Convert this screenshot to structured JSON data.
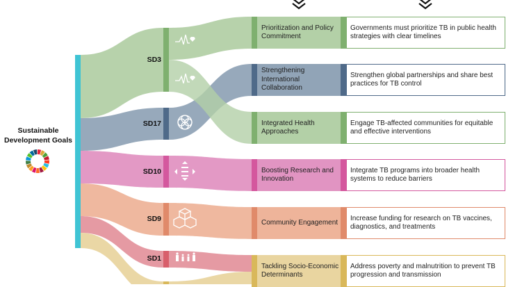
{
  "title": "Sustainable Development Goals",
  "colors": {
    "cyan": "#3fc4d4",
    "green": "#b3d0a7",
    "green_node": "#7fb06f",
    "blue": "#91a4b7",
    "blue_node": "#4f6a89",
    "pink": "#e194c2",
    "pink_node": "#d4589e",
    "orange": "#eeb49a",
    "orange_node": "#e08a6a",
    "red": "#e4959e",
    "red_node": "#d85f6b",
    "yellow": "#e9d5a0",
    "yellow_node": "#d9b85a"
  },
  "goals": [
    {
      "label": "SD3",
      "icon": "health-heartbeat-icon"
    },
    {
      "label": "SD17",
      "icon": "partnership-rings-icon"
    },
    {
      "label": "SD10",
      "icon": "reduced-inequality-arrows-icon"
    },
    {
      "label": "SD9",
      "icon": "industry-cubes-icon"
    },
    {
      "label": "SD1",
      "icon": "no-poverty-family-icon"
    }
  ],
  "rows": [
    {
      "strategy": "Prioritization and Policy Commitment",
      "action": "Governments must prioritize TB in public health strategies with clear timelines"
    },
    {
      "strategy": "Strengthening International Collaboration",
      "action": "Strengthen global partnerships and share best practices for TB control"
    },
    {
      "strategy": "Integrated Health Approaches",
      "action": "Engage TB-affected communities for equitable and effective interventions"
    },
    {
      "strategy": "Boosting Research and Innovation",
      "action": "Integrate TB programs into broader health systems to reduce barriers"
    },
    {
      "strategy": "Community Engagement",
      "action": "Increase funding for research on TB vaccines, diagnostics, and treatments"
    },
    {
      "strategy": "Tackling Socio-Economic Determinants",
      "action": "Address poverty and malnutrition to prevent TB progression and transmission"
    }
  ]
}
